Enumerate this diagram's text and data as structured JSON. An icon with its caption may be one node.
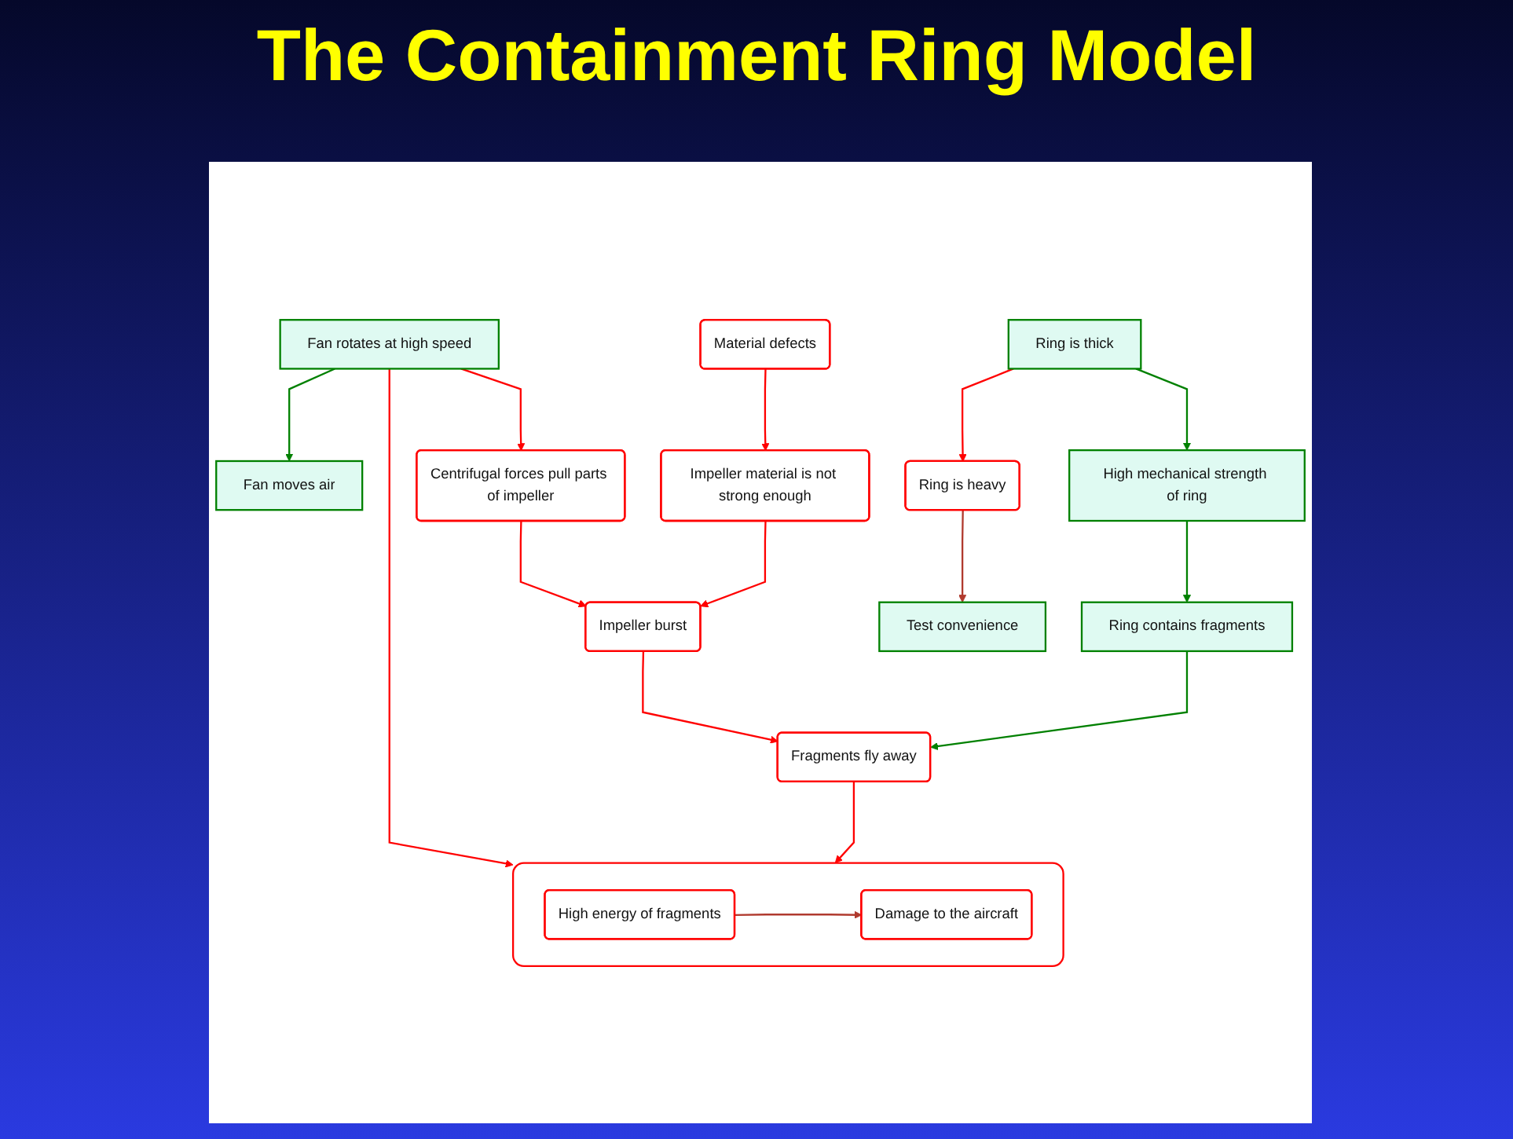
{
  "diagram": {
    "title": "The Containment Ring Model",
    "nodes": [
      {
        "text": [
          "Fan rotates at high speed"
        ]
      },
      {
        "text": [
          "Fan moves air"
        ]
      },
      {
        "text": [
          "Centrifugal forces pull parts of impeller"
        ]
      },
      {
        "text": [],
        "shape": "box"
      },
      {
        "text": [
          "High energy of fragments"
        ],
        "in": 3
      },
      {
        "text": [
          "Damage to the aircraft"
        ],
        "in": 3
      },
      {
        "text": [
          "Impeller material is not strong enough"
        ]
      },
      {
        "text": [
          "Impeller burst"
        ]
      },
      {
        "text": [
          "Fragments fly away"
        ]
      },
      {
        "text": [
          "Material defects"
        ]
      },
      {
        "text": [
          "High mechanical strength of ring"
        ]
      },
      {
        "text": [
          "Ring contains fragments"
        ]
      },
      {
        "text": [
          "Ring is thick"
        ]
      },
      {
        "text": [
          "Ring is heavy"
        ]
      },
      {
        "text": [
          "Test convenience"
        ]
      }
    ],
    "edges": [
      {
        "from": 0,
        "to": 1,
        "arrow": "to",
        "color": "#008000"
      },
      {
        "from": 0,
        "to": 2,
        "arrow": "to"
      },
      {
        "from": 0,
        "to": 3,
        "arrow": "to"
      },
      {
        "from": 4,
        "to": 5,
        "arrow": "to",
        "color": "#b03a2e"
      },
      {
        "from": 2,
        "to": 7,
        "arrow": "to"
      },
      {
        "from": 6,
        "to": 7,
        "arrow": "to"
      },
      {
        "from": 7,
        "to": 8,
        "arrow": "to"
      },
      {
        "from": 8,
        "to": 3,
        "arrow": "to"
      },
      {
        "from": 9,
        "to": 6,
        "arrow": "to"
      },
      {
        "from": 10,
        "to": 11,
        "arrow": "to",
        "color": "#008000"
      },
      {
        "from": 11,
        "to": 8,
        "arrow": "to",
        "color": "#008000"
      },
      {
        "from": 12,
        "to": 10,
        "arrow": "to",
        "color": "#008000"
      },
      {
        "from": 12,
        "to": 13,
        "arrow": "to"
      },
      {
        "from": 13,
        "to": 14,
        "arrow": "to",
        "color": "#b03a2e"
      }
    ]
  }
}
